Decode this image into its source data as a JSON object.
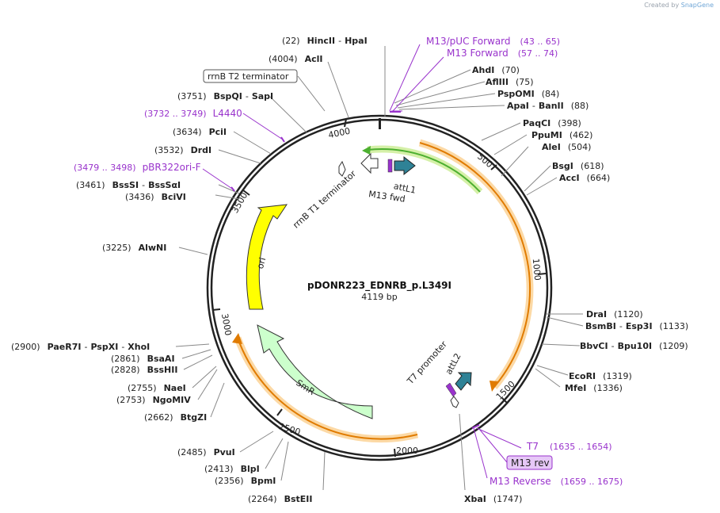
{
  "credit": {
    "prefix": "Created by",
    "brand": "SnapGene"
  },
  "plasmid": {
    "name": "pDONR223_EDNRB_p.L349I",
    "length_label": "4119 bp"
  },
  "ticks": [
    {
      "pos": "4000",
      "label": "4000"
    },
    {
      "pos": "500",
      "label": "500"
    },
    {
      "pos": "1000",
      "label": "1000"
    },
    {
      "pos": "1500",
      "label": "1500"
    },
    {
      "pos": "2000",
      "label": "2000"
    },
    {
      "pos": "2500",
      "label": "2500"
    },
    {
      "pos": "3000",
      "label": "3000"
    },
    {
      "pos": "3500",
      "label": "3500"
    }
  ],
  "features": [
    {
      "name": "ori",
      "label": "ori",
      "color": "#ffff00"
    },
    {
      "name": "SmR",
      "label": "SmR",
      "color": "#ccffcc"
    },
    {
      "name": "rrnB T1 terminator",
      "label": "rrnB T1 terminator",
      "color": "#ffffff"
    },
    {
      "name": "M13 fwd",
      "label": "M13 fwd",
      "color": "#ffffff"
    },
    {
      "name": "attL1",
      "label": "attL1",
      "color": "#2f8296"
    },
    {
      "name": "T7 promoter",
      "label": "T7 promoter",
      "color": "#ffffff"
    },
    {
      "name": "attL2",
      "label": "attL2",
      "color": "#2f8296"
    },
    {
      "name": "rrnB T2 terminator",
      "label": "rrnB T2 terminator",
      "color": "#ffffff"
    }
  ],
  "enzymes": [
    {
      "name": "HincII",
      "pos": "(22)",
      "extra": "HpaI"
    },
    {
      "name": "AclI",
      "pos": "(4004)"
    },
    {
      "name": "BspQI",
      "pos": "(3751)",
      "extra": "SapI"
    },
    {
      "name": "PciI",
      "pos": "(3634)"
    },
    {
      "name": "DrdI",
      "pos": "(3532)"
    },
    {
      "name": "BssSI",
      "pos": "(3461)",
      "extra": "BssSαI"
    },
    {
      "name": "BciVI",
      "pos": "(3436)"
    },
    {
      "name": "AlwNI",
      "pos": "(3225)"
    },
    {
      "name": "PaeR7I",
      "pos": "(2900)",
      "extra": "PspXI",
      "extra2": "XhoI"
    },
    {
      "name": "BsaAI",
      "pos": "(2861)"
    },
    {
      "name": "BssHII",
      "pos": "(2828)"
    },
    {
      "name": "NaeI",
      "pos": "(2755)"
    },
    {
      "name": "NgoMIV",
      "pos": "(2753)"
    },
    {
      "name": "BtgZI",
      "pos": "(2662)"
    },
    {
      "name": "PvuI",
      "pos": "(2485)"
    },
    {
      "name": "BlpI",
      "pos": "(2413)"
    },
    {
      "name": "BpmI",
      "pos": "(2356)"
    },
    {
      "name": "BstEII",
      "pos": "(2264)"
    },
    {
      "name": "XbaI",
      "pos": "(1747)"
    },
    {
      "name": "MfeI",
      "pos": "(1336)"
    },
    {
      "name": "EcoRI",
      "pos": "(1319)"
    },
    {
      "name": "BbvCI",
      "pos": "(1209)",
      "extra": "Bpu10I"
    },
    {
      "name": "BsmBI",
      "pos": "(1133)",
      "extra": "Esp3I"
    },
    {
      "name": "DraI",
      "pos": "(1120)"
    },
    {
      "name": "AccI",
      "pos": "(664)"
    },
    {
      "name": "BsgI",
      "pos": "(618)"
    },
    {
      "name": "AleI",
      "pos": "(504)"
    },
    {
      "name": "PpuMI",
      "pos": "(462)"
    },
    {
      "name": "PaqCI",
      "pos": "(398)"
    },
    {
      "name": "ApaI",
      "pos": "(88)",
      "extra": "BanII"
    },
    {
      "name": "PspOMI",
      "pos": "(84)"
    },
    {
      "name": "AflIII",
      "pos": "(75)"
    },
    {
      "name": "AhdI",
      "pos": "(70)"
    }
  ],
  "primers": [
    {
      "name": "M13/pUC Forward",
      "range": "(43 .. 65)"
    },
    {
      "name": "M13 Forward",
      "range": "(57 .. 74)"
    },
    {
      "name": "L4440",
      "range": "(3732 .. 3749)"
    },
    {
      "name": "pBR322ori-F",
      "range": "(3479 .. 3498)"
    },
    {
      "name": "T7",
      "range": "(1635 .. 1654)"
    },
    {
      "name": "M13 rev"
    },
    {
      "name": "M13 Reverse",
      "range": "(1659 .. 1675)"
    }
  ],
  "colors": {
    "primer": "#9933cc",
    "orf": "#e07b00",
    "orf_glow": "#fcd9a5",
    "green_glow": "#d5f0a8",
    "backbone": "#222222"
  }
}
